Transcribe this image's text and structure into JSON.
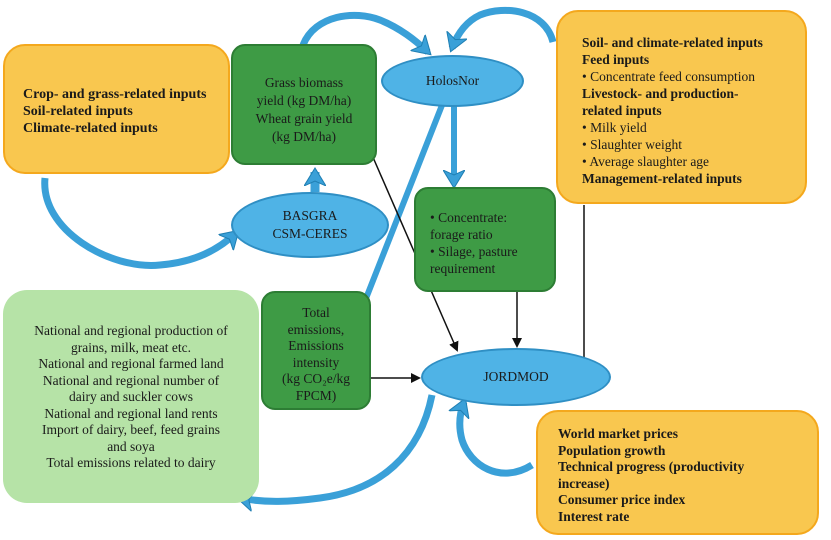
{
  "crop_box": {
    "lines": [
      "Crop- and grass-related inputs",
      "Soil-related inputs",
      "Climate-related inputs"
    ]
  },
  "yield_box": {
    "lines": [
      "Grass biomass",
      "yield (kg DM/ha)",
      "Wheat grain yield",
      "(kg DM/ha)"
    ]
  },
  "holosnor": {
    "label": "HolosNor"
  },
  "basgra": {
    "lines": [
      "BASGRA",
      "CSM-CERES"
    ]
  },
  "jordmod": {
    "label": "JORDMOD"
  },
  "inputs_box": {
    "soil_climate": "Soil- and climate-related inputs",
    "feed_inputs": "Feed inputs",
    "feed_bullets": [
      "Concentrate feed consumption"
    ],
    "livestock_l1": "Livestock- and production-",
    "livestock_l2": "related inputs",
    "livestock_bullets": [
      "Milk yield",
      "Slaughter weight",
      "Average slaughter age"
    ],
    "management": "Management-related inputs"
  },
  "concentrate_box": {
    "b1_l1": "Concentrate:",
    "b1_l2": "forage ratio",
    "b2_l1": "Silage, pasture",
    "b2_l2": "requirement"
  },
  "emissions_box": {
    "lines": [
      "Total",
      "emissions,",
      "Emissions",
      "intensity",
      "(kg CO₂e/kg",
      "FPCM)"
    ]
  },
  "national_box": {
    "lines": [
      "National and regional production of",
      "grains, milk, meat etc.",
      "National and regional farmed land",
      "National and regional number of",
      "dairy and suckler cows",
      "National and regional land rents",
      "Import of dairy, beef, feed grains",
      "and soya",
      "Total emissions related to dairy"
    ]
  },
  "market_box": {
    "lines": [
      "World market prices",
      "Population growth",
      "Technical progress (productivity",
      "increase)",
      "Consumer price index",
      "Interest rate"
    ]
  },
  "colors": {
    "orange_fill": "#f9c74f",
    "green_fill": "#3e9b45",
    "light_green_fill": "#b6e3a7",
    "ellipse_fill": "#4fb3e6",
    "arrow_blue": "#3aa0d8"
  }
}
